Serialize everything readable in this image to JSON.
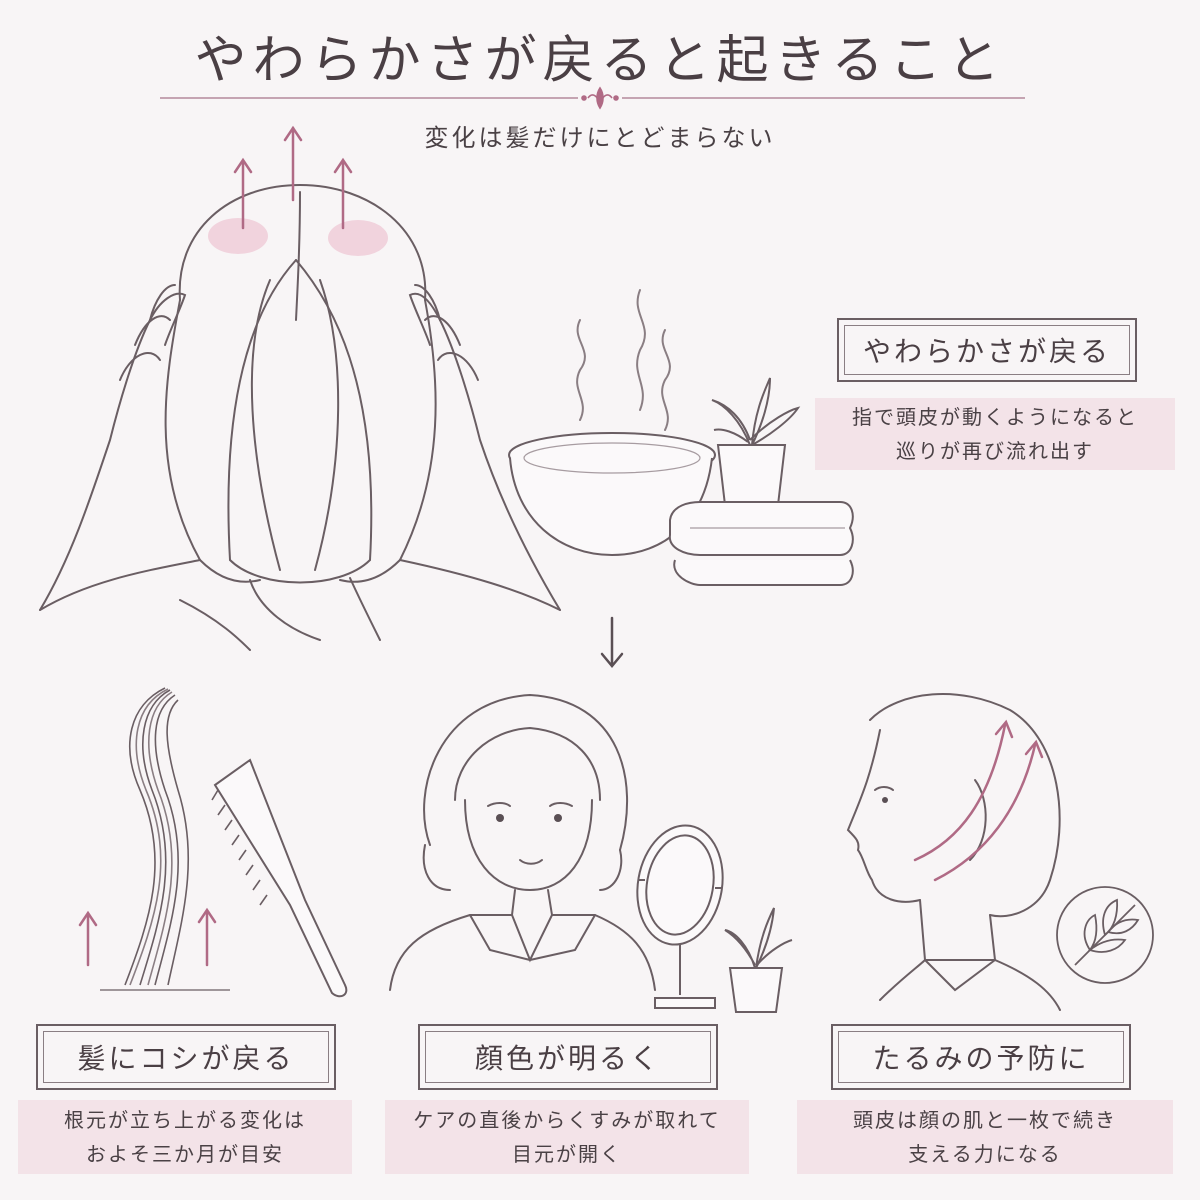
{
  "header": {
    "title": "やわらかさが戻ると起きること",
    "subtitle": "変化は髪だけにとどまらない"
  },
  "top_card": {
    "label": "やわらかさが戻る",
    "desc_line1": "指で頭皮が動くようになると",
    "desc_line2": "巡りが再び流れ出す"
  },
  "cards": [
    {
      "label": "髪にコシが戻る",
      "desc_line1": "根元が立ち上がる変化は",
      "desc_line2": "およそ三か月が目安"
    },
    {
      "label": "顔色が明るく",
      "desc_line1": "ケアの直後からくすみが取れて",
      "desc_line2": "目元が開く"
    },
    {
      "label": "たるみの予防に",
      "desc_line1": "頭皮は顔の肌と一枚で続き",
      "desc_line2": "支える力になる"
    }
  ],
  "colors": {
    "accent": "#b06a85",
    "line": "#6a5e63",
    "pink_fill": "#f3e3e8",
    "background": "#f8f5f6"
  },
  "icons": [
    "fleur-ornament-icon",
    "up-arrow-icon",
    "down-arrow-icon",
    "leaf-icon",
    "steam-icon"
  ]
}
